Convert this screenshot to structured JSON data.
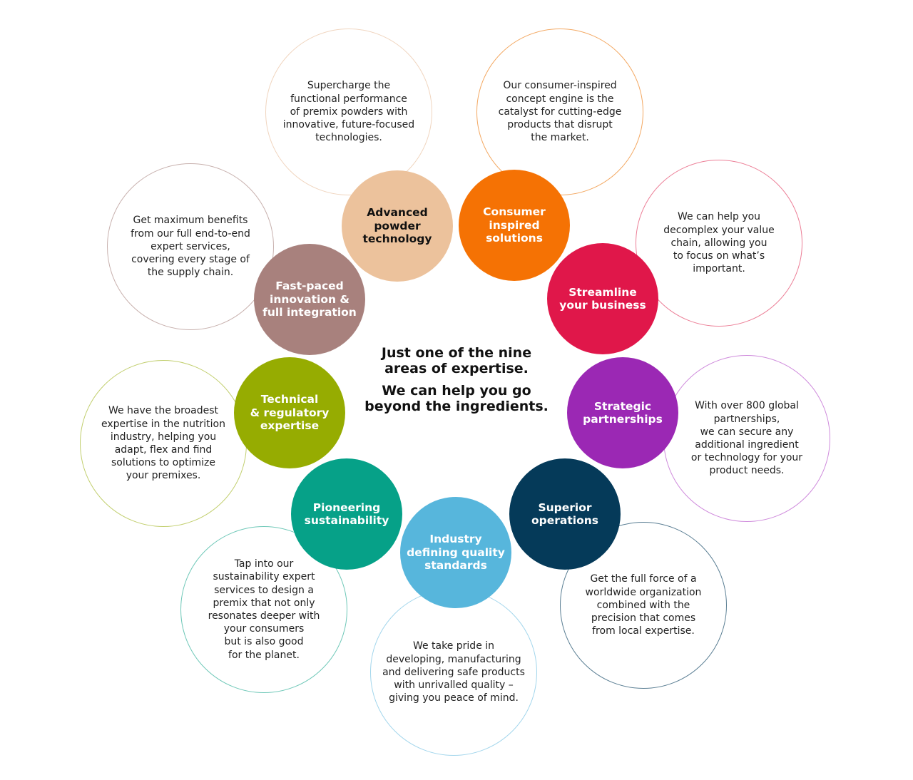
{
  "center": {
    "line1": "Just one of the nine\nareas of expertise.",
    "line2": "We can help you go\nbeyond the ingredients."
  },
  "areas": [
    {
      "id": "advanced-powder-technology",
      "label": "Advanced\npowder\ntechnology",
      "color": "#ecc29c",
      "outline_color": "#f0d5bf",
      "label_dark": true,
      "description": "Supercharge the\nfunctional performance\nof premix powders with\ninnovative, future-focused\ntechnologies."
    },
    {
      "id": "consumer-inspired-solutions",
      "label": "Consumer\ninspired\nsolutions",
      "color": "#f57204",
      "outline_color": "#f3a862",
      "label_dark": false,
      "description": "Our consumer-inspired\nconcept engine is the\ncatalyst for cutting-edge\nproducts that disrupt\nthe market."
    },
    {
      "id": "streamline-your-business",
      "label": "Streamline\nyour business",
      "color": "#e0174a",
      "outline_color": "#ec7f97",
      "label_dark": false,
      "description": "We can help you\ndecomplex your value\nchain, allowing you\nto focus on what’s\nimportant."
    },
    {
      "id": "strategic-partnerships",
      "label": "Strategic\npartnerships",
      "color": "#9b28b4",
      "outline_color": "#cf8bdc",
      "label_dark": false,
      "description": "With over 800 global\npartnerships,\nwe can secure any\nadditional ingredient\nor technology for your\nproduct needs."
    },
    {
      "id": "superior-operations",
      "label": "Superior\noperations",
      "color": "#053a59",
      "outline_color": "#5b7f94",
      "label_dark": false,
      "description": "Get the full force of a\nworldwide organization\ncombined with the\nprecision that comes\nfrom local expertise."
    },
    {
      "id": "industry-defining-quality-standards",
      "label": "Industry\ndefining quality\nstandards",
      "color": "#57b6dc",
      "outline_color": "#a3d6ec",
      "label_dark": false,
      "description": "We take pride in\ndeveloping, manufacturing\nand delivering safe products\nwith unrivalled quality –\ngiving you peace of mind."
    },
    {
      "id": "pioneering-sustainability",
      "label": "Pioneering\nsustainability",
      "color": "#06a188",
      "outline_color": "#6fc8b8",
      "label_dark": false,
      "description": "Tap into our\nsustainability expert\nservices to design a\npremix that not only\nresonates deeper with\nyour consumers\nbut is also good\nfor the planet."
    },
    {
      "id": "technical-regulatory-expertise",
      "label": "Technical\n& regulatory\nexpertise",
      "color": "#96ac01",
      "outline_color": "#c2cf6f",
      "label_dark": false,
      "description": "We have the broadest\nexpertise in the nutrition\nindustry, helping you\nadapt, flex and find\nsolutions to optimize\nyour premixes."
    },
    {
      "id": "fast-paced-innovation-full-integration",
      "label": "Fast-paced\ninnovation &\nfull integration",
      "color": "#a8817d",
      "outline_color": "#c8b1ae",
      "label_dark": false,
      "description": "Get maximum benefits\nfrom our full end-to-end\nexpert services,\ncovering every stage of\nthe supply chain."
    }
  ]
}
